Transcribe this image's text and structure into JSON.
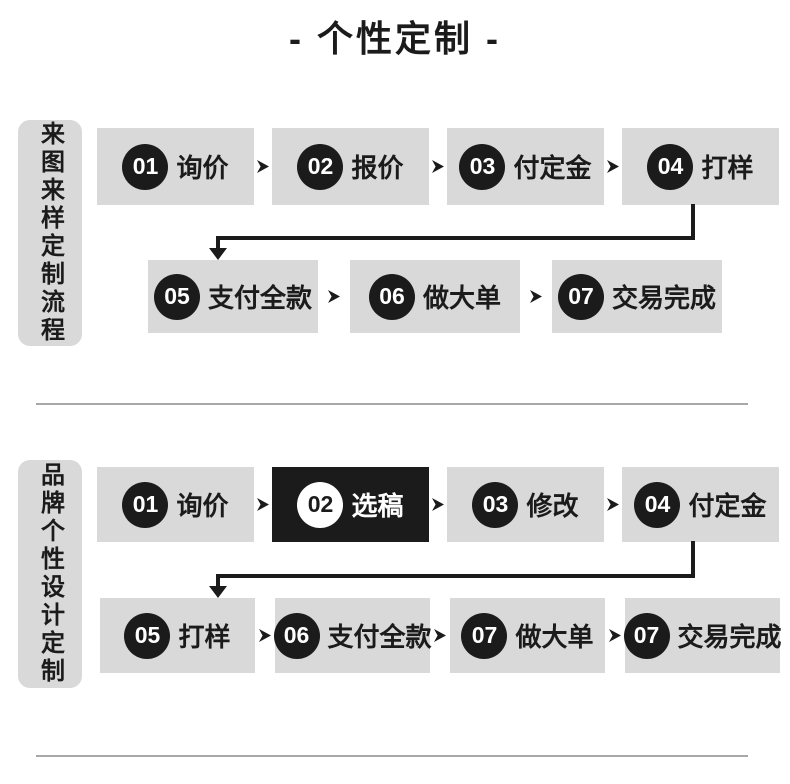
{
  "title": "- 个性定制 -",
  "colors": {
    "ink": "#1b1b1b",
    "box_bg": "#d9d9d9",
    "highlight_bg": "#1b1b1b",
    "divider": "#a8a8a8",
    "page_bg": "#ffffff"
  },
  "icons": {
    "arrow_right": "➤",
    "arrow_down": "▼"
  },
  "sections": [
    {
      "label": "来图来样定制流程",
      "rows": [
        {
          "steps": [
            {
              "num": "01",
              "label": "询价"
            },
            {
              "num": "02",
              "label": "报价"
            },
            {
              "num": "03",
              "label": "付定金"
            },
            {
              "num": "04",
              "label": "打样"
            }
          ]
        },
        {
          "steps": [
            {
              "num": "05",
              "label": "支付全款"
            },
            {
              "num": "06",
              "label": "做大单"
            },
            {
              "num": "07",
              "label": "交易完成"
            }
          ]
        }
      ]
    },
    {
      "label": "品牌个性设计定制",
      "rows": [
        {
          "steps": [
            {
              "num": "01",
              "label": "询价"
            },
            {
              "num": "02",
              "label": "选稿",
              "highlight": true
            },
            {
              "num": "03",
              "label": "修改"
            },
            {
              "num": "04",
              "label": "付定金"
            }
          ]
        },
        {
          "steps": [
            {
              "num": "05",
              "label": "打样"
            },
            {
              "num": "06",
              "label": "支付全款"
            },
            {
              "num": "07",
              "label": "做大单"
            },
            {
              "num": "07",
              "label": "交易完成"
            }
          ]
        }
      ]
    }
  ]
}
